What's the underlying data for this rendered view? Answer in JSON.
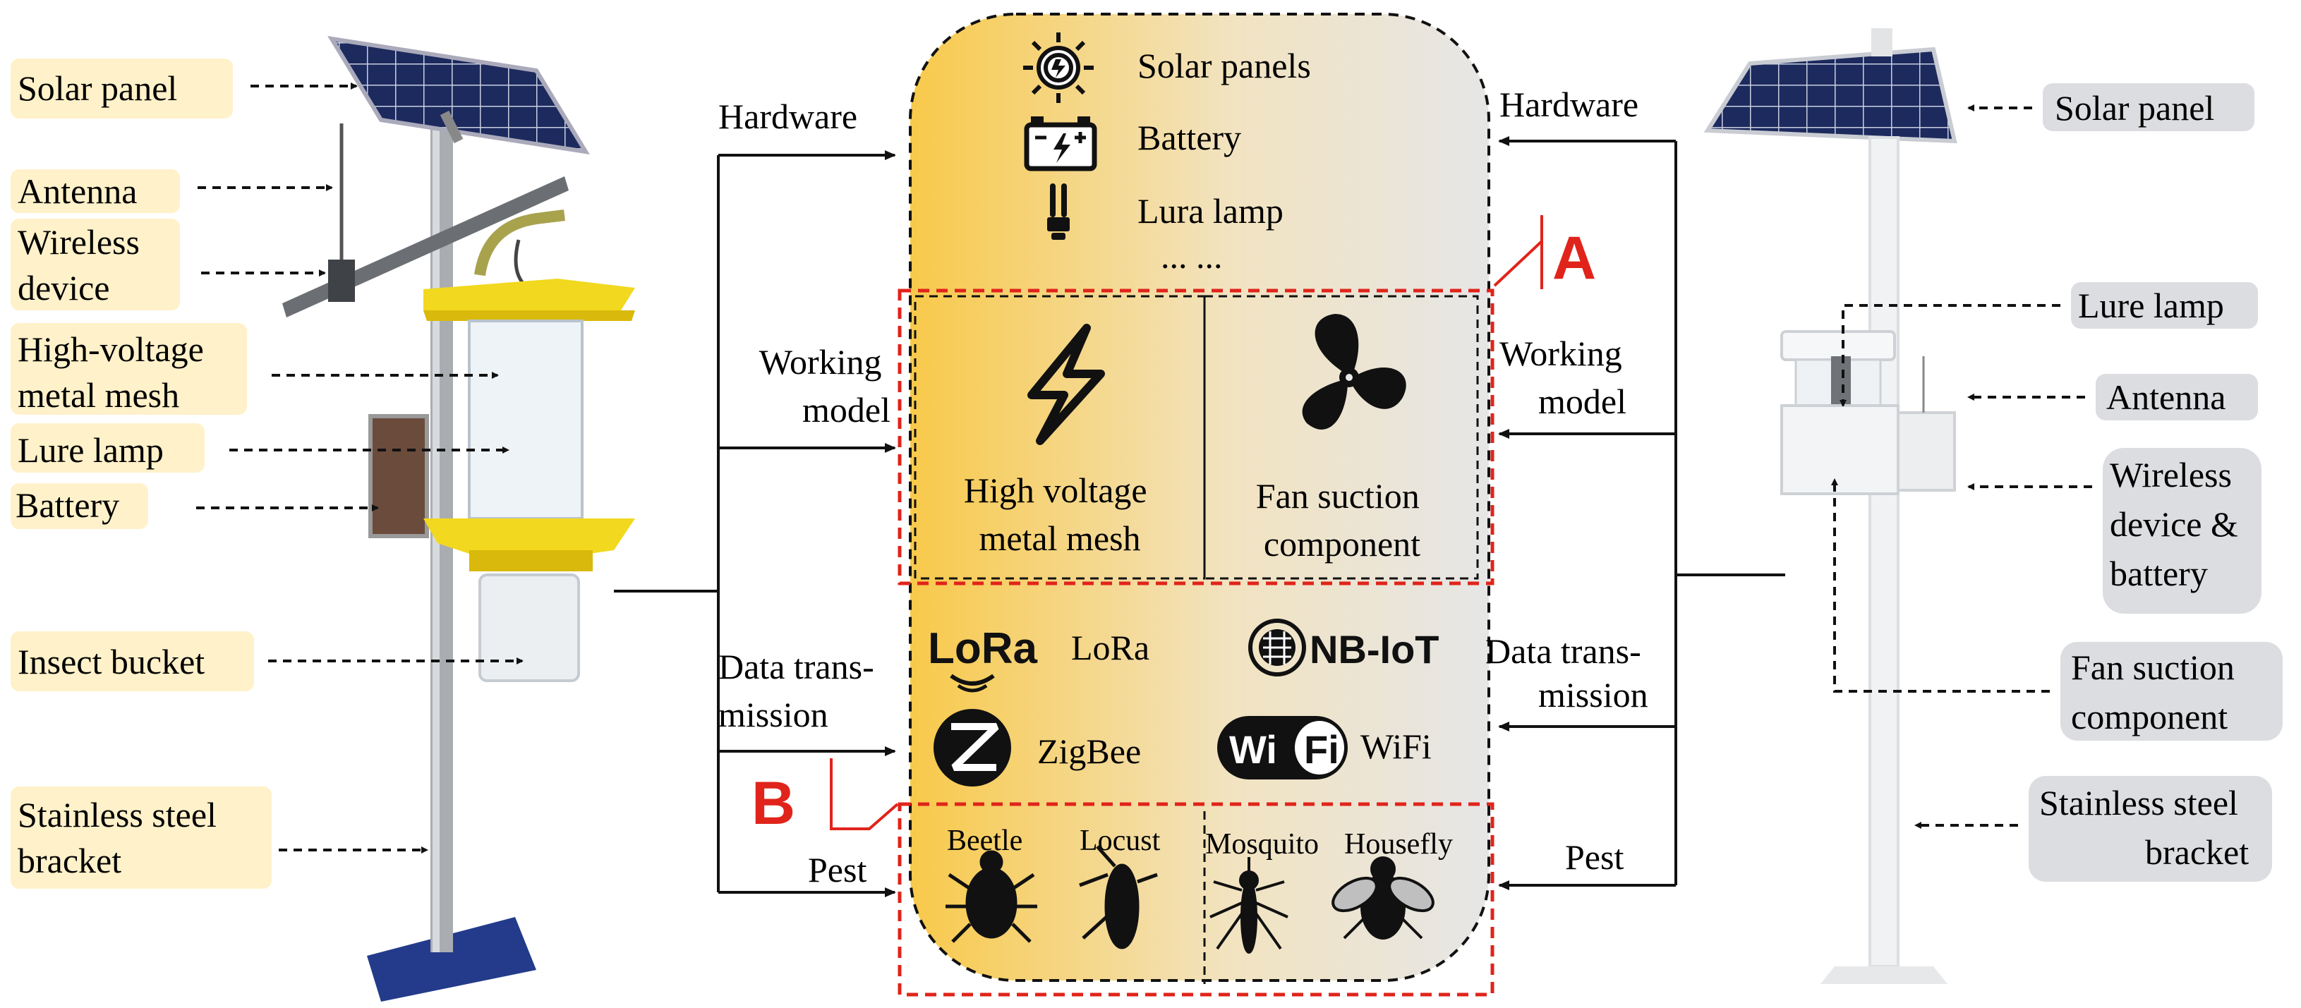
{
  "left_labels": {
    "solar_panel": "Solar panel",
    "antenna": "Antenna",
    "wireless": [
      "Wireless",
      "device"
    ],
    "mesh": [
      "High-voltage",
      "metal mesh"
    ],
    "lure_lamp": "Lure lamp",
    "battery": "Battery",
    "insect_bucket": "Insect bucket",
    "bracket": [
      "Stainless steel",
      "bracket"
    ]
  },
  "right_labels": {
    "solar_panel": "Solar panel",
    "lure_lamp": "Lure lamp",
    "antenna": "Antenna",
    "wireless": [
      "Wireless",
      "device &",
      "battery"
    ],
    "fan": [
      "Fan suction",
      "component"
    ],
    "bracket": [
      "Stainless steel",
      "bracket"
    ]
  },
  "left_categories": {
    "hardware": "Hardware",
    "working": [
      "Working",
      "model"
    ],
    "data": [
      "Data trans-",
      "mission"
    ],
    "pest": "Pest"
  },
  "right_categories": {
    "hardware": "Hardware",
    "working": [
      "Working",
      "model"
    ],
    "data": [
      "Data trans-",
      "mission"
    ],
    "pest": "Pest"
  },
  "hardware": {
    "solar": "Solar panels",
    "battery": "Battery",
    "lamp": "Lura lamp",
    "more": "... ..."
  },
  "working_model": {
    "left": [
      "High voltage",
      "metal mesh"
    ],
    "right": [
      "Fan suction",
      "component"
    ]
  },
  "data_transmission": {
    "lora_logo": "LoRa",
    "lora": "LoRa",
    "nbiot_logo": "NB-IoT",
    "zigbee": "ZigBee",
    "wifi_logo": "WiFi",
    "wifi": "WiFi"
  },
  "pests": [
    "Beetle",
    "Locust",
    "Mosquito",
    "Housefly"
  ],
  "badges": {
    "a": "A",
    "b": "B"
  },
  "colors": {
    "label_yellow": "#fff1c9",
    "label_gray": "#dcdde0",
    "panel_gradient_start": "#f8c94a",
    "panel_gradient_end": "#e7e7e7",
    "highlight_red": "#e0241b",
    "trap_yellow": "#f2d81e"
  },
  "icons": [
    "sun-icon",
    "battery-icon",
    "bulb-icon",
    "lightning-icon",
    "fan-icon",
    "lora-logo",
    "nbiot-logo",
    "zigbee-logo",
    "wifi-logo",
    "beetle-icon",
    "locust-icon",
    "mosquito-icon",
    "housefly-icon"
  ]
}
